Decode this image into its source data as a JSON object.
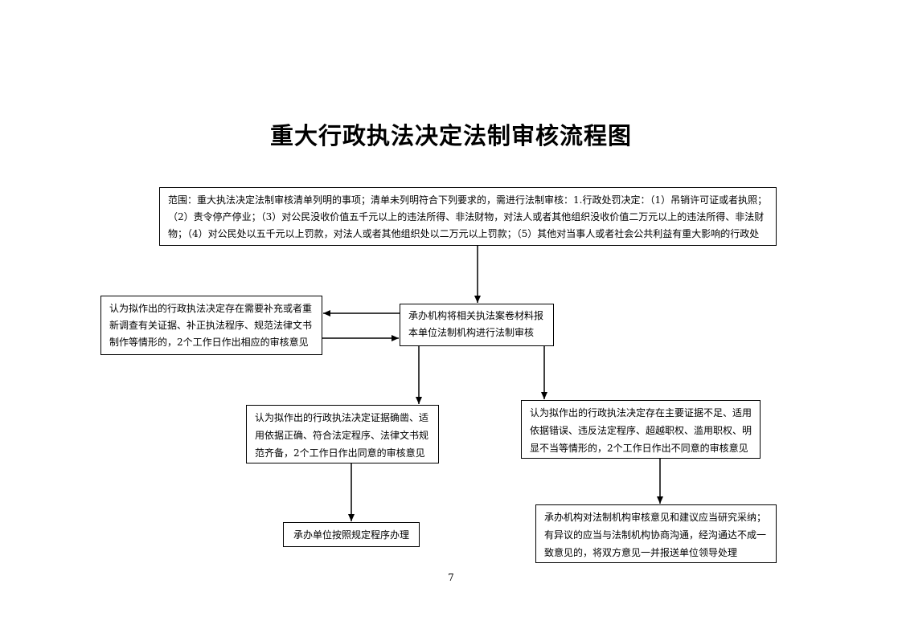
{
  "title": "重大行政执法决定法制审核流程图",
  "boxes": {
    "scope": "范围：重大执法决定法制审核清单列明的事项；清单未列明符合下列要求的，需进行法制审核：1.行政处罚决定：（1）吊销许可证或者执照；（2）责令停产停业；（3）对公民没收价值五千元以上的违法所得、非法财物，对法人或者其他组织没收价值二万元以上的违法所得、非法财物；（4）对公民处以五千元以上罚款，对法人或者其他组织处以二万元以上罚款；（5）其他对当事人或者社会公共利益有重大影响的行政处",
    "review": "承办机构将相关执法案卷材料报本单位法制机构进行法制审核",
    "supplement": "认为拟作出的行政执法决定存在需要补充或者重新调查有关证据、补正执法程序、规范法律文书制作等情形的，2个工作日作出相应的审核意见",
    "agree": "认为拟作出的行政执法决定证据确凿、适用依据正确、符合法定程序、法律文书规范齐备，2个工作日作出同意的审核意见",
    "disagree": "认为拟作出的行政执法决定存在主要证据不足、适用依据错误、违反法定程序、超越职权、滥用职权、明显不当等情形的，2个工作日作出不同意的审核意见",
    "follow": "承办单位按照规定程序办理",
    "handle": "承办机构对法制机构审核意见和建议应当研究采纳；有异议的应当与法制机构协商沟通，经沟通达不成一致意见的，将双方意见一并报送单位领导处理"
  },
  "page_number": "7"
}
